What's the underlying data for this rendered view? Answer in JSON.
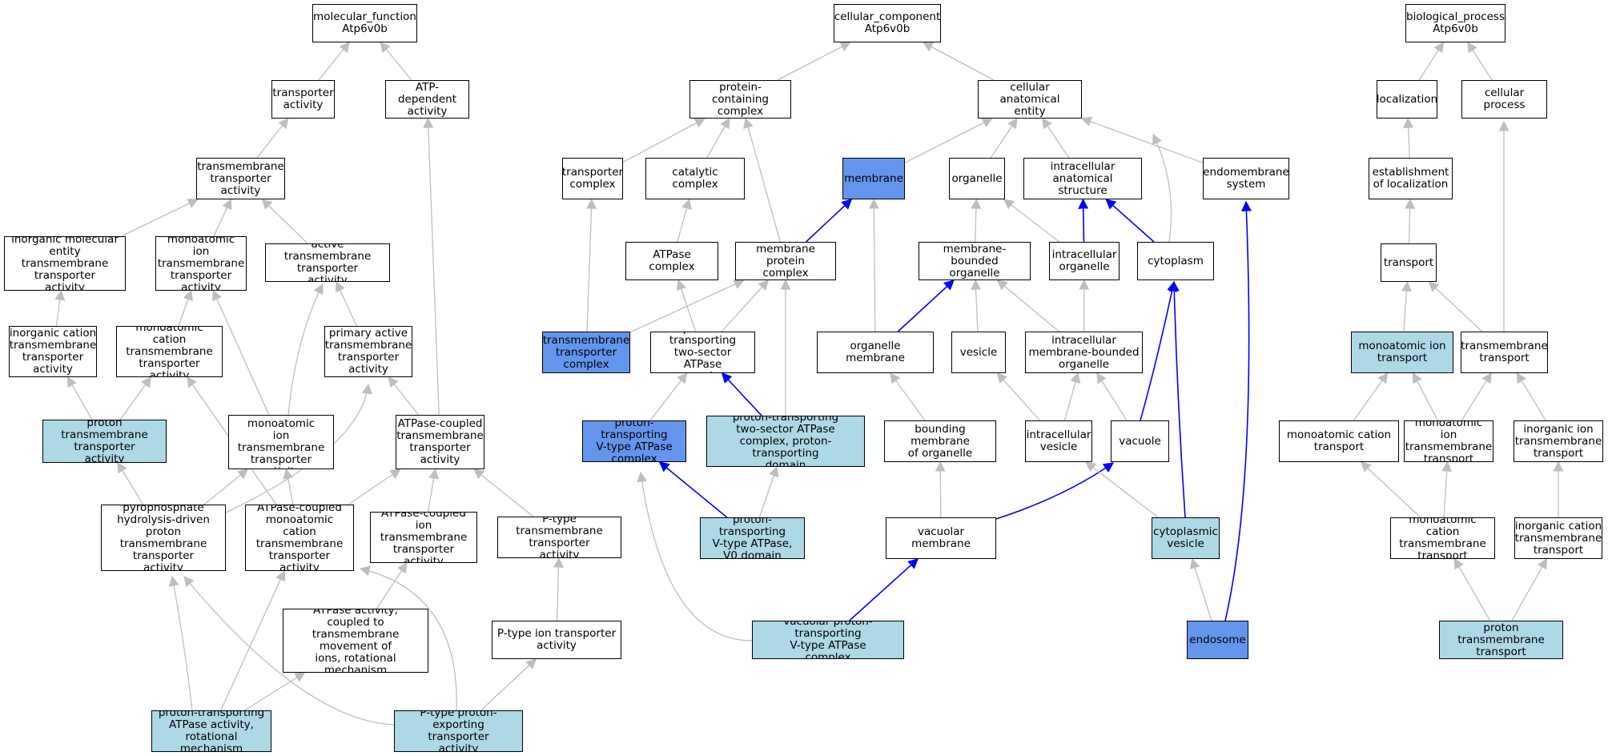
{
  "colors": {
    "plain_fill": "#ffffff",
    "light_fill": "#add8e6",
    "dark_fill": "#6495ed",
    "gray_edge": "#bebebe",
    "blue_edge": "#0000ff"
  },
  "nodes": [
    {
      "id": "mf",
      "label": "molecular_function\nAtp6v0b",
      "style": "plain"
    },
    {
      "id": "transporter_act",
      "label": "transporter\nactivity",
      "style": "plain"
    },
    {
      "id": "atp_dep",
      "label": "ATP-dependent\nactivity",
      "style": "plain"
    },
    {
      "id": "tm_transporter",
      "label": "transmembrane\ntransporter\nactivity",
      "style": "plain"
    },
    {
      "id": "inorg_mol",
      "label": "inorganic molecular\nentity transmembrane\ntransporter\nactivity",
      "style": "plain"
    },
    {
      "id": "monoat_ion_tta",
      "label": "monoatomic ion\ntransmembrane\ntransporter\nactivity",
      "style": "plain"
    },
    {
      "id": "active_tm",
      "label": "active transmembrane\ntransporter\nactivity",
      "style": "plain"
    },
    {
      "id": "inorg_cation",
      "label": "inorganic cation\ntransmembrane\ntransporter\nactivity",
      "style": "plain"
    },
    {
      "id": "monoat_cation_tta",
      "label": "monoatomic cation\ntransmembrane\ntransporter\nactivity",
      "style": "plain"
    },
    {
      "id": "primary_active",
      "label": "primary active\ntransmembrane\ntransporter\nactivity",
      "style": "plain"
    },
    {
      "id": "proton_tta",
      "label": "proton transmembrane\ntransporter\nactivity",
      "style": "light"
    },
    {
      "id": "active_monoat",
      "label": "active monoatomic\nion transmembrane\ntransporter\nactivity",
      "style": "plain"
    },
    {
      "id": "atpase_coupled_tta",
      "label": "ATPase-coupled\ntransmembrane\ntransporter\nactivity",
      "style": "plain"
    },
    {
      "id": "pyrophosphate",
      "label": "pyrophosphate\nhydrolysis-driven\nproton transmembrane\ntransporter\nactivity",
      "style": "plain"
    },
    {
      "id": "atpase_monoat_cation",
      "label": "ATPase-coupled\nmonoatomic cation\ntransmembrane\ntransporter\nactivity",
      "style": "plain"
    },
    {
      "id": "atpase_ion_tta",
      "label": "ATPase-coupled\nion transmembrane\ntransporter\nactivity",
      "style": "plain"
    },
    {
      "id": "ptype_tm",
      "label": "P-type transmembrane\ntransporter\nactivity",
      "style": "plain"
    },
    {
      "id": "atpase_rot",
      "label": "ATPase activity,\ncoupled to transmembrane\nmovement of\nions, rotational\nmechanism",
      "style": "plain"
    },
    {
      "id": "ptype_ion",
      "label": "P-type ion transporter\nactivity",
      "style": "plain"
    },
    {
      "id": "proton_atpase_rot",
      "label": "proton-transporting\nATPase activity,\nrotational mechanism",
      "style": "light"
    },
    {
      "id": "ptype_proton",
      "label": "P-type proton-exporting\ntransporter\nactivity",
      "style": "light"
    },
    {
      "id": "cc",
      "label": "cellular_component\nAtp6v0b",
      "style": "plain"
    },
    {
      "id": "protein_complex",
      "label": "protein-containing\ncomplex",
      "style": "plain"
    },
    {
      "id": "cae",
      "label": "cellular anatomical\nentity",
      "style": "plain"
    },
    {
      "id": "transporter_complex",
      "label": "transporter\ncomplex",
      "style": "plain"
    },
    {
      "id": "catalytic_complex",
      "label": "catalytic complex",
      "style": "plain"
    },
    {
      "id": "membrane",
      "label": "membrane",
      "style": "dark"
    },
    {
      "id": "organelle",
      "label": "organelle",
      "style": "plain"
    },
    {
      "id": "intracellular_as",
      "label": "intracellular\nanatomical structure",
      "style": "plain"
    },
    {
      "id": "endomembrane",
      "label": "endomembrane\nsystem",
      "style": "plain"
    },
    {
      "id": "atpase_complex",
      "label": "ATPase complex",
      "style": "plain"
    },
    {
      "id": "mem_protein_complex",
      "label": "membrane protein\ncomplex",
      "style": "plain"
    },
    {
      "id": "mem_bounded_org",
      "label": "membrane-bounded\norganelle",
      "style": "plain"
    },
    {
      "id": "intracellular_org",
      "label": "intracellular\norganelle",
      "style": "plain"
    },
    {
      "id": "cytoplasm",
      "label": "cytoplasm",
      "style": "plain"
    },
    {
      "id": "tm_transporter_complex",
      "label": "transmembrane\ntransporter\ncomplex",
      "style": "dark"
    },
    {
      "id": "proton_two_sector",
      "label": "proton-transporting\ntwo-sector ATPase\ncomplex",
      "style": "plain"
    },
    {
      "id": "organelle_membrane",
      "label": "organelle membrane",
      "style": "plain"
    },
    {
      "id": "vesicle",
      "label": "vesicle",
      "style": "plain"
    },
    {
      "id": "intra_mbo",
      "label": "intracellular\nmembrane-bounded\norganelle",
      "style": "plain"
    },
    {
      "id": "v_type_complex",
      "label": "proton-transporting\nV-type ATPase\ncomplex",
      "style": "dark"
    },
    {
      "id": "two_sector_domain",
      "label": "proton-transporting\ntwo-sector ATPase\ncomplex, proton-transporting\ndomain",
      "style": "light"
    },
    {
      "id": "bounding_membrane",
      "label": "bounding membrane\nof organelle",
      "style": "plain"
    },
    {
      "id": "intra_vesicle",
      "label": "intracellular\nvesicle",
      "style": "plain"
    },
    {
      "id": "vacuole",
      "label": "vacuole",
      "style": "plain"
    },
    {
      "id": "v0_domain",
      "label": "proton-transporting\nV-type ATPase,\nV0 domain",
      "style": "light"
    },
    {
      "id": "vacuolar_membrane",
      "label": "vacuolar membrane",
      "style": "plain"
    },
    {
      "id": "cyto_vesicle",
      "label": "cytoplasmic\nvesicle",
      "style": "light"
    },
    {
      "id": "vacuolar_v_complex",
      "label": "vacuolar proton-transporting\nV-type ATPase\ncomplex",
      "style": "light"
    },
    {
      "id": "endosome",
      "label": "endosome",
      "style": "dark"
    },
    {
      "id": "bp",
      "label": "biological_process\nAtp6v0b",
      "style": "plain"
    },
    {
      "id": "localization",
      "label": "localization",
      "style": "plain"
    },
    {
      "id": "cellular_process",
      "label": "cellular process",
      "style": "plain"
    },
    {
      "id": "establish_loc",
      "label": "establishment\nof localization",
      "style": "plain"
    },
    {
      "id": "transport",
      "label": "transport",
      "style": "plain"
    },
    {
      "id": "monoat_ion_transport",
      "label": "monoatomic ion\ntransport",
      "style": "light"
    },
    {
      "id": "tm_transport",
      "label": "transmembrane\ntransport",
      "style": "plain"
    },
    {
      "id": "monoat_cation_transport",
      "label": "monoatomic cation\ntransport",
      "style": "plain"
    },
    {
      "id": "monoat_ion_tm_transport",
      "label": "monoatomic ion\ntransmembrane\ntransport",
      "style": "plain"
    },
    {
      "id": "inorg_ion_tm_transport",
      "label": "inorganic ion\ntransmembrane\ntransport",
      "style": "plain"
    },
    {
      "id": "monoat_cation_tm_transport",
      "label": "monoatomic cation\ntransmembrane\ntransport",
      "style": "plain"
    },
    {
      "id": "inorg_cation_tm_transport",
      "label": "inorganic cation\ntransmembrane\ntransport",
      "style": "plain"
    },
    {
      "id": "proton_tm_transport",
      "label": "proton transmembrane\ntransport",
      "style": "light"
    }
  ],
  "edges": [
    {
      "from": "transporter_act",
      "to": "mf",
      "color": "gray"
    },
    {
      "from": "atp_dep",
      "to": "mf",
      "color": "gray"
    },
    {
      "from": "tm_transporter",
      "to": "transporter_act",
      "color": "gray"
    },
    {
      "from": "inorg_mol",
      "to": "tm_transporter",
      "color": "gray"
    },
    {
      "from": "monoat_ion_tta",
      "to": "tm_transporter",
      "color": "gray"
    },
    {
      "from": "active_tm",
      "to": "tm_transporter",
      "color": "gray"
    },
    {
      "from": "inorg_cation",
      "to": "inorg_mol",
      "color": "gray"
    },
    {
      "from": "monoat_cation_tta",
      "to": "monoat_ion_tta",
      "color": "gray"
    },
    {
      "from": "primary_active",
      "to": "active_tm",
      "color": "gray"
    },
    {
      "from": "active_monoat",
      "to": "monoat_ion_tta",
      "color": "gray"
    },
    {
      "from": "active_monoat",
      "to": "active_tm",
      "color": "gray"
    },
    {
      "from": "proton_tta",
      "to": "inorg_cation",
      "color": "gray"
    },
    {
      "from": "proton_tta",
      "to": "monoat_cation_tta",
      "color": "gray"
    },
    {
      "from": "atpase_coupled_tta",
      "to": "primary_active",
      "color": "gray"
    },
    {
      "from": "atpase_coupled_tta",
      "to": "atp_dep",
      "color": "gray"
    },
    {
      "from": "pyrophosphate",
      "to": "proton_tta",
      "color": "gray"
    },
    {
      "from": "pyrophosphate",
      "to": "active_monoat",
      "color": "gray"
    },
    {
      "from": "pyrophosphate",
      "to": "primary_active",
      "color": "gray"
    },
    {
      "from": "atpase_monoat_cation",
      "to": "active_monoat",
      "color": "gray"
    },
    {
      "from": "atpase_monoat_cation",
      "to": "monoat_cation_tta",
      "color": "gray"
    },
    {
      "from": "atpase_monoat_cation",
      "to": "atpase_coupled_tta",
      "color": "gray"
    },
    {
      "from": "atpase_ion_tta",
      "to": "atpase_coupled_tta",
      "color": "gray"
    },
    {
      "from": "ptype_tm",
      "to": "atpase_coupled_tta",
      "color": "gray"
    },
    {
      "from": "atpase_rot",
      "to": "atpase_ion_tta",
      "color": "gray"
    },
    {
      "from": "ptype_ion",
      "to": "ptype_tm",
      "color": "gray"
    },
    {
      "from": "proton_atpase_rot",
      "to": "pyrophosphate",
      "color": "gray"
    },
    {
      "from": "proton_atpase_rot",
      "to": "atpase_monoat_cation",
      "color": "gray"
    },
    {
      "from": "proton_atpase_rot",
      "to": "atpase_rot",
      "color": "gray"
    },
    {
      "from": "ptype_proton",
      "to": "pyrophosphate",
      "color": "gray"
    },
    {
      "from": "ptype_proton",
      "to": "atpase_monoat_cation",
      "color": "gray"
    },
    {
      "from": "ptype_proton",
      "to": "ptype_ion",
      "color": "gray"
    },
    {
      "from": "protein_complex",
      "to": "cc",
      "color": "gray"
    },
    {
      "from": "cae",
      "to": "cc",
      "color": "gray"
    },
    {
      "from": "transporter_complex",
      "to": "protein_complex",
      "color": "gray"
    },
    {
      "from": "catalytic_complex",
      "to": "protein_complex",
      "color": "gray"
    },
    {
      "from": "mem_protein_complex",
      "to": "protein_complex",
      "color": "gray"
    },
    {
      "from": "membrane",
      "to": "cae",
      "color": "gray"
    },
    {
      "from": "organelle",
      "to": "cae",
      "color": "gray"
    },
    {
      "from": "intracellular_as",
      "to": "cae",
      "color": "gray"
    },
    {
      "from": "endomembrane",
      "to": "cae",
      "color": "gray"
    },
    {
      "from": "cytoplasm",
      "to": "cae",
      "color": "gray"
    },
    {
      "from": "atpase_complex",
      "to": "catalytic_complex",
      "color": "gray"
    },
    {
      "from": "mem_protein_complex",
      "to": "membrane",
      "color": "blue"
    },
    {
      "from": "mem_bounded_org",
      "to": "organelle",
      "color": "gray"
    },
    {
      "from": "intracellular_org",
      "to": "organelle",
      "color": "gray"
    },
    {
      "from": "intracellular_org",
      "to": "intracellular_as",
      "color": "blue"
    },
    {
      "from": "cytoplasm",
      "to": "intracellular_as",
      "color": "blue"
    },
    {
      "from": "tm_transporter_complex",
      "to": "transporter_complex",
      "color": "gray"
    },
    {
      "from": "tm_transporter_complex",
      "to": "mem_protein_complex",
      "color": "gray"
    },
    {
      "from": "proton_two_sector",
      "to": "atpase_complex",
      "color": "gray"
    },
    {
      "from": "proton_two_sector",
      "to": "mem_protein_complex",
      "color": "gray"
    },
    {
      "from": "organelle_membrane",
      "to": "membrane",
      "color": "gray"
    },
    {
      "from": "organelle_membrane",
      "to": "mem_bounded_org",
      "color": "blue"
    },
    {
      "from": "vesicle",
      "to": "mem_bounded_org",
      "color": "gray"
    },
    {
      "from": "intra_mbo",
      "to": "mem_bounded_org",
      "color": "gray"
    },
    {
      "from": "intra_mbo",
      "to": "intracellular_org",
      "color": "gray"
    },
    {
      "from": "v_type_complex",
      "to": "proton_two_sector",
      "color": "gray"
    },
    {
      "from": "two_sector_domain",
      "to": "proton_two_sector",
      "color": "blue"
    },
    {
      "from": "two_sector_domain",
      "to": "mem_protein_complex",
      "color": "gray"
    },
    {
      "from": "bounding_membrane",
      "to": "organelle_membrane",
      "color": "gray"
    },
    {
      "from": "intra_vesicle",
      "to": "vesicle",
      "color": "gray"
    },
    {
      "from": "intra_vesicle",
      "to": "intra_mbo",
      "color": "gray"
    },
    {
      "from": "vacuole",
      "to": "intra_mbo",
      "color": "gray"
    },
    {
      "from": "vacuole",
      "to": "cytoplasm",
      "color": "blue"
    },
    {
      "from": "v0_domain",
      "to": "v_type_complex",
      "color": "blue"
    },
    {
      "from": "v0_domain",
      "to": "two_sector_domain",
      "color": "gray"
    },
    {
      "from": "vacuolar_membrane",
      "to": "bounding_membrane",
      "color": "gray"
    },
    {
      "from": "vacuolar_membrane",
      "to": "vacuole",
      "color": "blue"
    },
    {
      "from": "cyto_vesicle",
      "to": "intra_vesicle",
      "color": "gray"
    },
    {
      "from": "cyto_vesicle",
      "to": "cytoplasm",
      "color": "blue"
    },
    {
      "from": "vacuolar_v_complex",
      "to": "v_type_complex",
      "color": "gray"
    },
    {
      "from": "vacuolar_v_complex",
      "to": "vacuolar_membrane",
      "color": "blue"
    },
    {
      "from": "endosome",
      "to": "cyto_vesicle",
      "color": "gray"
    },
    {
      "from": "endosome",
      "to": "endomembrane",
      "color": "blue"
    },
    {
      "from": "localization",
      "to": "bp",
      "color": "gray"
    },
    {
      "from": "cellular_process",
      "to": "bp",
      "color": "gray"
    },
    {
      "from": "establish_loc",
      "to": "localization",
      "color": "gray"
    },
    {
      "from": "transport",
      "to": "establish_loc",
      "color": "gray"
    },
    {
      "from": "monoat_ion_transport",
      "to": "transport",
      "color": "gray"
    },
    {
      "from": "tm_transport",
      "to": "transport",
      "color": "gray"
    },
    {
      "from": "tm_transport",
      "to": "cellular_process",
      "color": "gray"
    },
    {
      "from": "monoat_cation_transport",
      "to": "monoat_ion_transport",
      "color": "gray"
    },
    {
      "from": "monoat_ion_tm_transport",
      "to": "monoat_ion_transport",
      "color": "gray"
    },
    {
      "from": "monoat_ion_tm_transport",
      "to": "tm_transport",
      "color": "gray"
    },
    {
      "from": "inorg_ion_tm_transport",
      "to": "tm_transport",
      "color": "gray"
    },
    {
      "from": "monoat_cation_tm_transport",
      "to": "monoat_cation_transport",
      "color": "gray"
    },
    {
      "from": "monoat_cation_tm_transport",
      "to": "monoat_ion_tm_transport",
      "color": "gray"
    },
    {
      "from": "inorg_cation_tm_transport",
      "to": "inorg_ion_tm_transport",
      "color": "gray"
    },
    {
      "from": "proton_tm_transport",
      "to": "monoat_cation_tm_transport",
      "color": "gray"
    },
    {
      "from": "proton_tm_transport",
      "to": "inorg_cation_tm_transport",
      "color": "gray"
    }
  ]
}
